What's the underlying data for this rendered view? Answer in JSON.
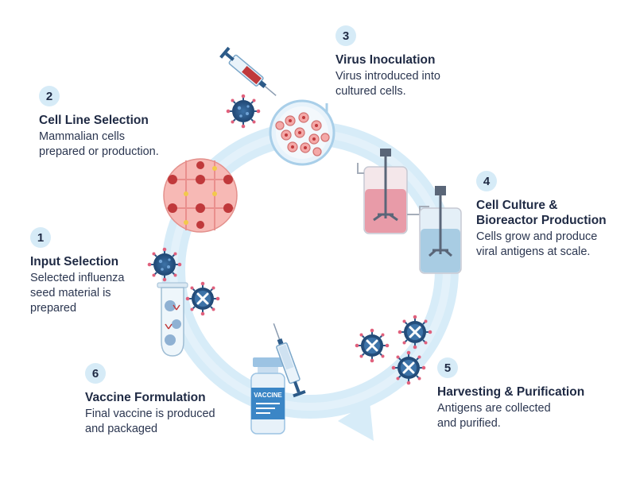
{
  "steps": [
    {
      "number": "1",
      "title": "Input Selection",
      "description": "Selected influenza\nseed material is\nprepared"
    },
    {
      "number": "2",
      "title": "Cell Line Selection",
      "description": "Mammalian cells\nprepared or production."
    },
    {
      "number": "3",
      "title": "Virus Inoculation",
      "description": "Virus introduced into\ncultured cells."
    },
    {
      "number": "4",
      "title": "Cell Culture &\nBioreactor Production",
      "description": "Cells grow and produce\nviral antigens at scale."
    },
    {
      "number": "5",
      "title": "Harvesting & Purification",
      "description": "Antigens are collected\nand purified."
    },
    {
      "number": "6",
      "title": "Vaccine Formulation",
      "description": "Final vaccine is produced\nand packaged"
    }
  ],
  "vial_label": "VACCINE",
  "colors": {
    "cycle_arrow": "#d7ecf8",
    "badge": "#d6ebf7",
    "text": "#1f2a44",
    "virus": "#2d5d8c",
    "cell": "#f4a9a8",
    "vial": "#3b86c6"
  }
}
